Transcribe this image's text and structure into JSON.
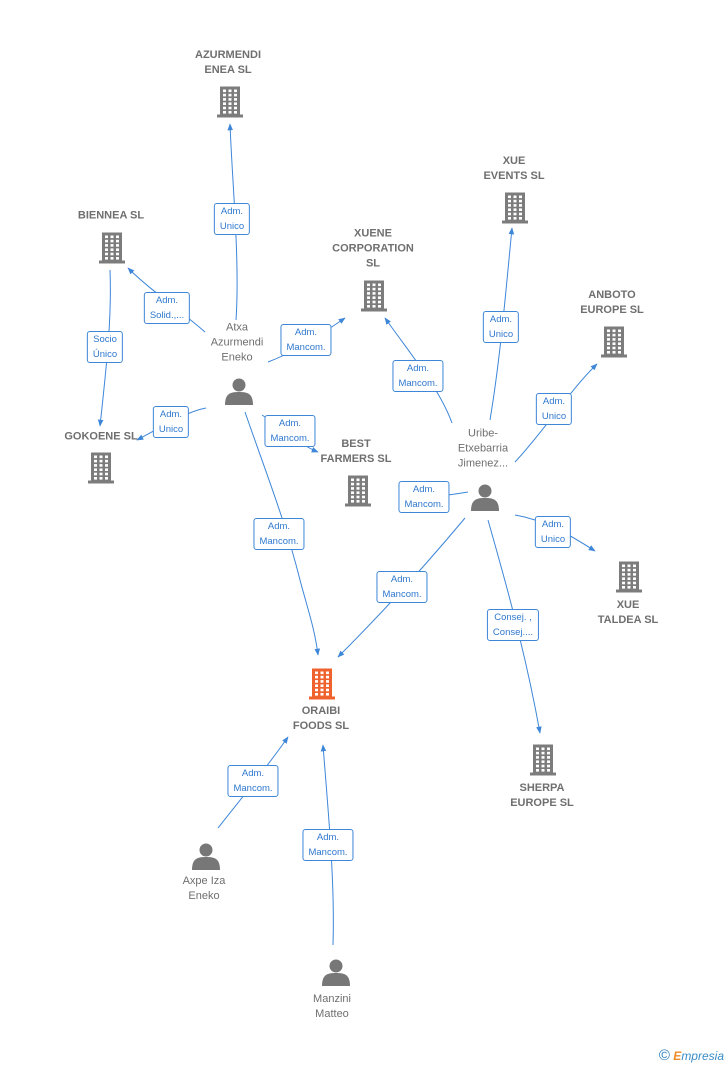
{
  "colors": {
    "edge": "#3d86d8",
    "building": "#7c7c7c",
    "building_focus": "#f0622d",
    "person": "#777777",
    "label_text": "#6f6f6f",
    "edge_label_text": "#2f78cf"
  },
  "nodes": {
    "azurmendi": {
      "type": "company",
      "lines": [
        "AZURMENDI",
        "ENEA SL"
      ]
    },
    "biennea": {
      "type": "company",
      "lines": [
        "BIENNEA  SL"
      ]
    },
    "xuene": {
      "type": "company",
      "lines": [
        "XUENE",
        "CORPORATION",
        "SL"
      ]
    },
    "xueevents": {
      "type": "company",
      "lines": [
        "XUE",
        "EVENTS  SL"
      ]
    },
    "anboto": {
      "type": "company",
      "lines": [
        "ANBOTO",
        "EUROPE SL"
      ]
    },
    "gokoene": {
      "type": "company",
      "lines": [
        "GOKOENE SL"
      ]
    },
    "bestfarmers": {
      "type": "company",
      "lines": [
        "BEST",
        "FARMERS  SL"
      ]
    },
    "xuetaldea": {
      "type": "company",
      "lines": [
        "XUE",
        "TALDEA  SL"
      ]
    },
    "oraibi": {
      "type": "company",
      "focus": true,
      "lines": [
        "ORAIBI",
        "FOODS  SL"
      ]
    },
    "sherpa": {
      "type": "company",
      "lines": [
        "SHERPA",
        "EUROPE SL"
      ]
    },
    "atxa": {
      "type": "person",
      "lines": [
        "Atxa",
        "Azurmendi",
        "Eneko"
      ]
    },
    "uribe": {
      "type": "person",
      "lines": [
        "Uribe-",
        "Etxebarria",
        "Jimenez..."
      ]
    },
    "axpe": {
      "type": "person",
      "lines": [
        "Axpe Iza",
        "Eneko"
      ]
    },
    "manzini": {
      "type": "person",
      "lines": [
        "Manzini",
        "Matteo"
      ]
    }
  },
  "edges": [
    {
      "from": "atxa",
      "to": "azurmendi",
      "label": [
        "Adm.",
        "Unico"
      ]
    },
    {
      "from": "atxa",
      "to": "biennea",
      "label": [
        "Adm.",
        "Solid.,..."
      ]
    },
    {
      "from": "biennea",
      "to": "gokoene",
      "label": [
        "Socio",
        "Único"
      ]
    },
    {
      "from": "atxa",
      "to": "xuene",
      "label": [
        "Adm.",
        "Mancom."
      ]
    },
    {
      "from": "atxa",
      "to": "gokoene",
      "label": [
        "Adm.",
        "Unico"
      ]
    },
    {
      "from": "atxa",
      "to": "bestfarmers",
      "label": [
        "Adm.",
        "Mancom."
      ]
    },
    {
      "from": "atxa",
      "to": "oraibi",
      "label": [
        "Adm.",
        "Mancom."
      ]
    },
    {
      "from": "uribe",
      "to": "xuene",
      "label": [
        "Adm.",
        "Mancom."
      ]
    },
    {
      "from": "uribe",
      "to": "xueevents",
      "label": [
        "Adm.",
        "Unico"
      ]
    },
    {
      "from": "uribe",
      "to": "anboto",
      "label": [
        "Adm.",
        "Unico"
      ]
    },
    {
      "from": "uribe",
      "to": "bestfarmers",
      "label": [
        "Adm.",
        "Mancom."
      ]
    },
    {
      "from": "uribe",
      "to": "xuetaldea",
      "label": [
        "Adm.",
        "Unico"
      ]
    },
    {
      "from": "uribe",
      "to": "oraibi",
      "label": [
        "Adm.",
        "Mancom."
      ]
    },
    {
      "from": "uribe",
      "to": "sherpa",
      "label": [
        "Consej. ,",
        "Consej...."
      ]
    },
    {
      "from": "axpe",
      "to": "oraibi",
      "label": [
        "Adm.",
        "Mancom."
      ]
    },
    {
      "from": "manzini",
      "to": "oraibi",
      "label": [
        "Adm.",
        "Mancom."
      ]
    }
  ],
  "footer": {
    "copyright_symbol": "©",
    "brand_first": "E",
    "brand_rest": "mpresia"
  }
}
